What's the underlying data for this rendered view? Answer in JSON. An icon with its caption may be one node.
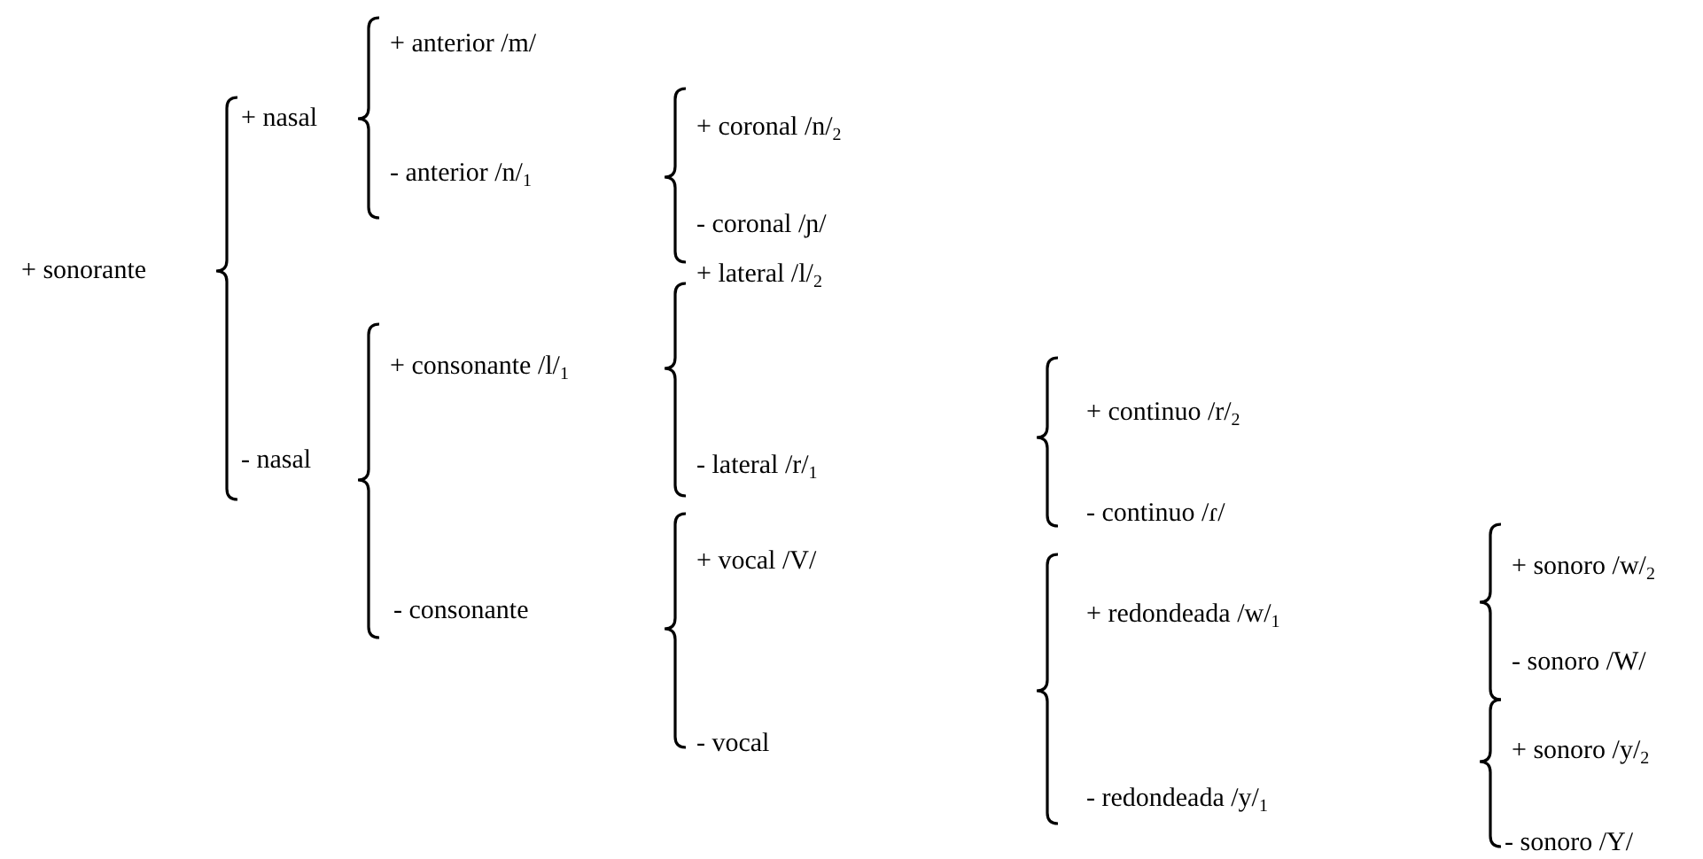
{
  "diagram": {
    "labels": [
      "+ anterior /m/",
      "+ nasal",
      "+ coronal /n/$_{2}$",
      "- anterior /n/$_{1}$",
      "- coronal /ɲ/",
      "+ sonorante",
      "+ lateral /l/$_{2}$",
      "+ consonante /l/$_{1}$",
      "+ continuo /r/$_{2}$",
      "- nasal",
      "- lateral /r/$_{1}$",
      "- continuo /ɾ/",
      "+ vocal /V/",
      "+ sonoro /w/$_{2}$",
      "- consonante",
      "+ redondeada /w/$_{1}$",
      "- sonoro /W/",
      "- vocal",
      "+ sonoro /y/$_{2}$",
      "- redondeada /y/$_{1}$",
      "- sonoro /Y/"
    ]
  }
}
